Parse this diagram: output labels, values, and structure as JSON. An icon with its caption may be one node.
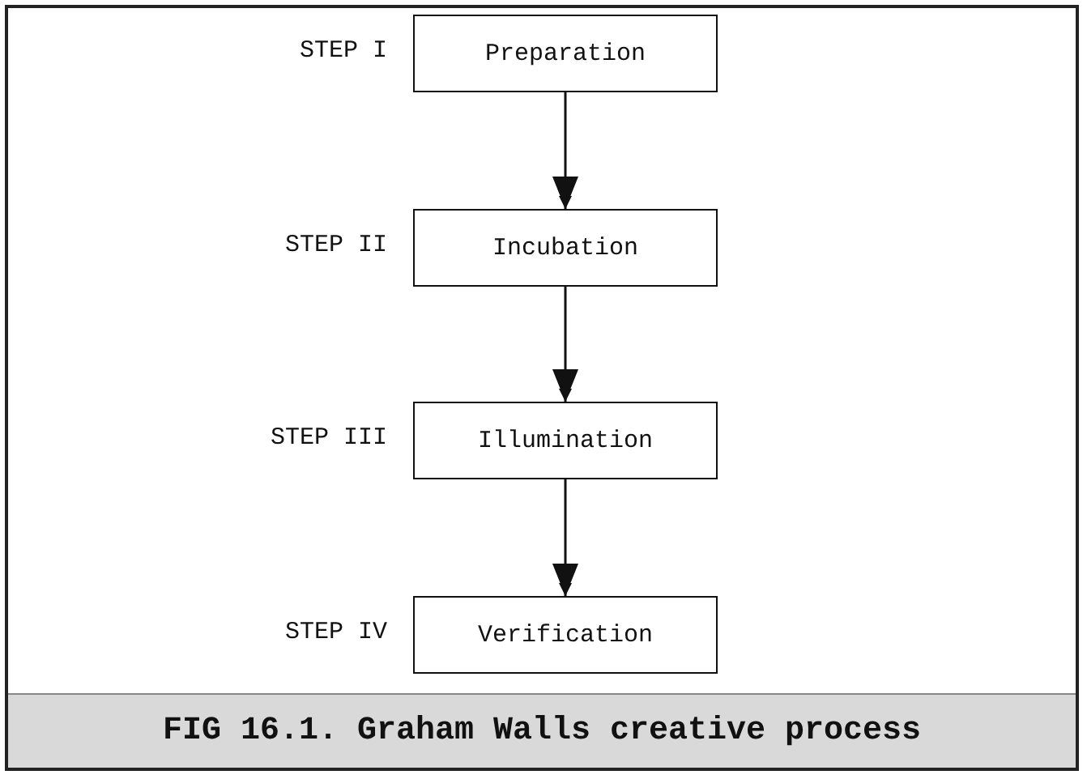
{
  "diagram": {
    "caption": "FIG 16.1. Graham Walls creative process",
    "nodes": [
      {
        "text": [
          "Preparation"
        ],
        "beside": [
          "STEP I"
        ]
      },
      {
        "text": [
          "Incubation"
        ],
        "beside": [
          "STEP II"
        ]
      },
      {
        "text": [
          "Illumination"
        ],
        "beside": [
          "STEP III"
        ]
      },
      {
        "text": [
          "Verification"
        ],
        "beside": [
          "STEP IV"
        ]
      }
    ],
    "edges": [
      {
        "from": 0,
        "to": 1,
        "arrow": "to"
      },
      {
        "from": 1,
        "to": 2,
        "arrow": "to"
      },
      {
        "from": 2,
        "to": 3,
        "arrow": "to"
      }
    ]
  }
}
